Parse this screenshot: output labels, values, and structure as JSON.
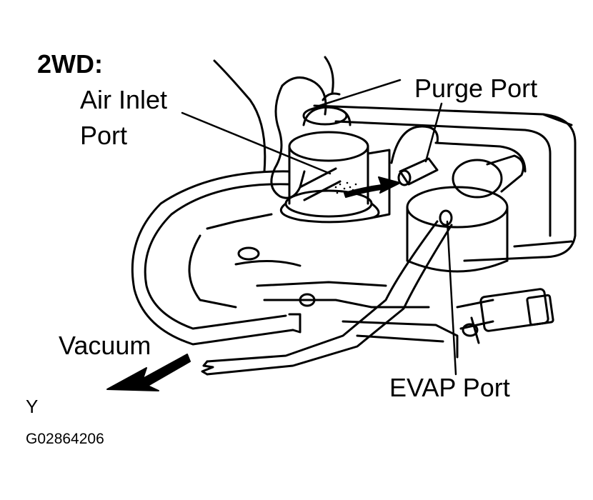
{
  "heading": "2WD:",
  "callouts": {
    "air_inlet_line1": "Air Inlet",
    "air_inlet_line2": "Port",
    "purge_port": "Purge Port",
    "vacuum": "Vacuum",
    "evap_port": "EVAP Port"
  },
  "figure": {
    "letter": "Y",
    "code": "G02864206"
  }
}
